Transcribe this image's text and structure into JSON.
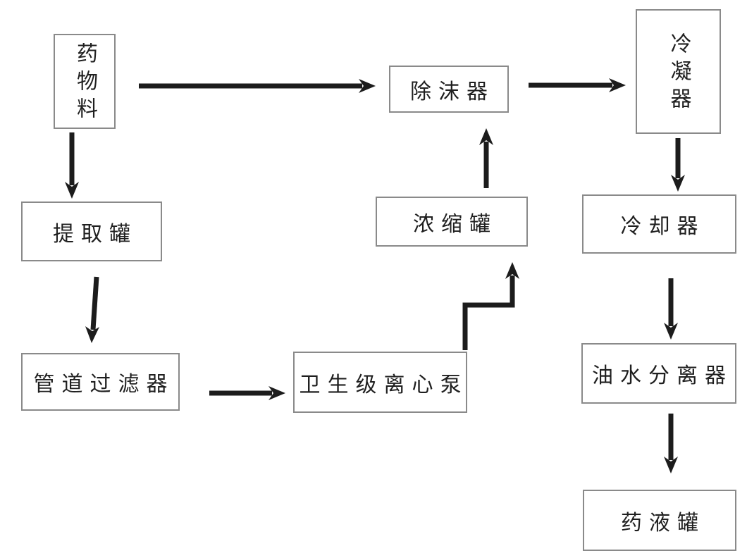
{
  "diagram": {
    "type": "flowchart",
    "nodes": {
      "drug_material": {
        "label": "药物料",
        "orientation": "vertical"
      },
      "demister": {
        "label": "除沫器",
        "orientation": "horizontal"
      },
      "condenser": {
        "label": "冷凝器",
        "orientation": "vertical"
      },
      "extraction_tank": {
        "label": "提取罐",
        "orientation": "horizontal"
      },
      "concentration_tank": {
        "label": "浓缩罐",
        "orientation": "horizontal"
      },
      "cooler": {
        "label": "冷却器",
        "orientation": "horizontal"
      },
      "pipeline_filter": {
        "label": "管道过滤器",
        "orientation": "horizontal"
      },
      "centrifugal_pump": {
        "label": "卫生级离心泵",
        "orientation": "horizontal"
      },
      "oil_water_separator": {
        "label": "油水分离器",
        "orientation": "horizontal"
      },
      "liquid_medicine_tank": {
        "label": "药液罐",
        "orientation": "horizontal"
      }
    },
    "edges": [
      {
        "from": "drug_material",
        "to": "demister",
        "shape": "straight"
      },
      {
        "from": "demister",
        "to": "condenser",
        "shape": "straight"
      },
      {
        "from": "drug_material",
        "to": "extraction_tank",
        "shape": "straight"
      },
      {
        "from": "extraction_tank",
        "to": "pipeline_filter",
        "shape": "straight"
      },
      {
        "from": "pipeline_filter",
        "to": "centrifugal_pump",
        "shape": "straight"
      },
      {
        "from": "centrifugal_pump",
        "to": "concentration_tank",
        "shape": "elbow"
      },
      {
        "from": "concentration_tank",
        "to": "demister",
        "shape": "straight"
      },
      {
        "from": "condenser",
        "to": "cooler",
        "shape": "straight"
      },
      {
        "from": "cooler",
        "to": "oil_water_separator",
        "shape": "straight"
      },
      {
        "from": "oil_water_separator",
        "to": "liquid_medicine_tank",
        "shape": "straight"
      }
    ],
    "colors": {
      "arrow": "#1c1c1c",
      "box_border": "#8a8a8a",
      "box_fill": "#ffffff",
      "text": "#1f1f1f",
      "background": "#ffffff"
    }
  }
}
